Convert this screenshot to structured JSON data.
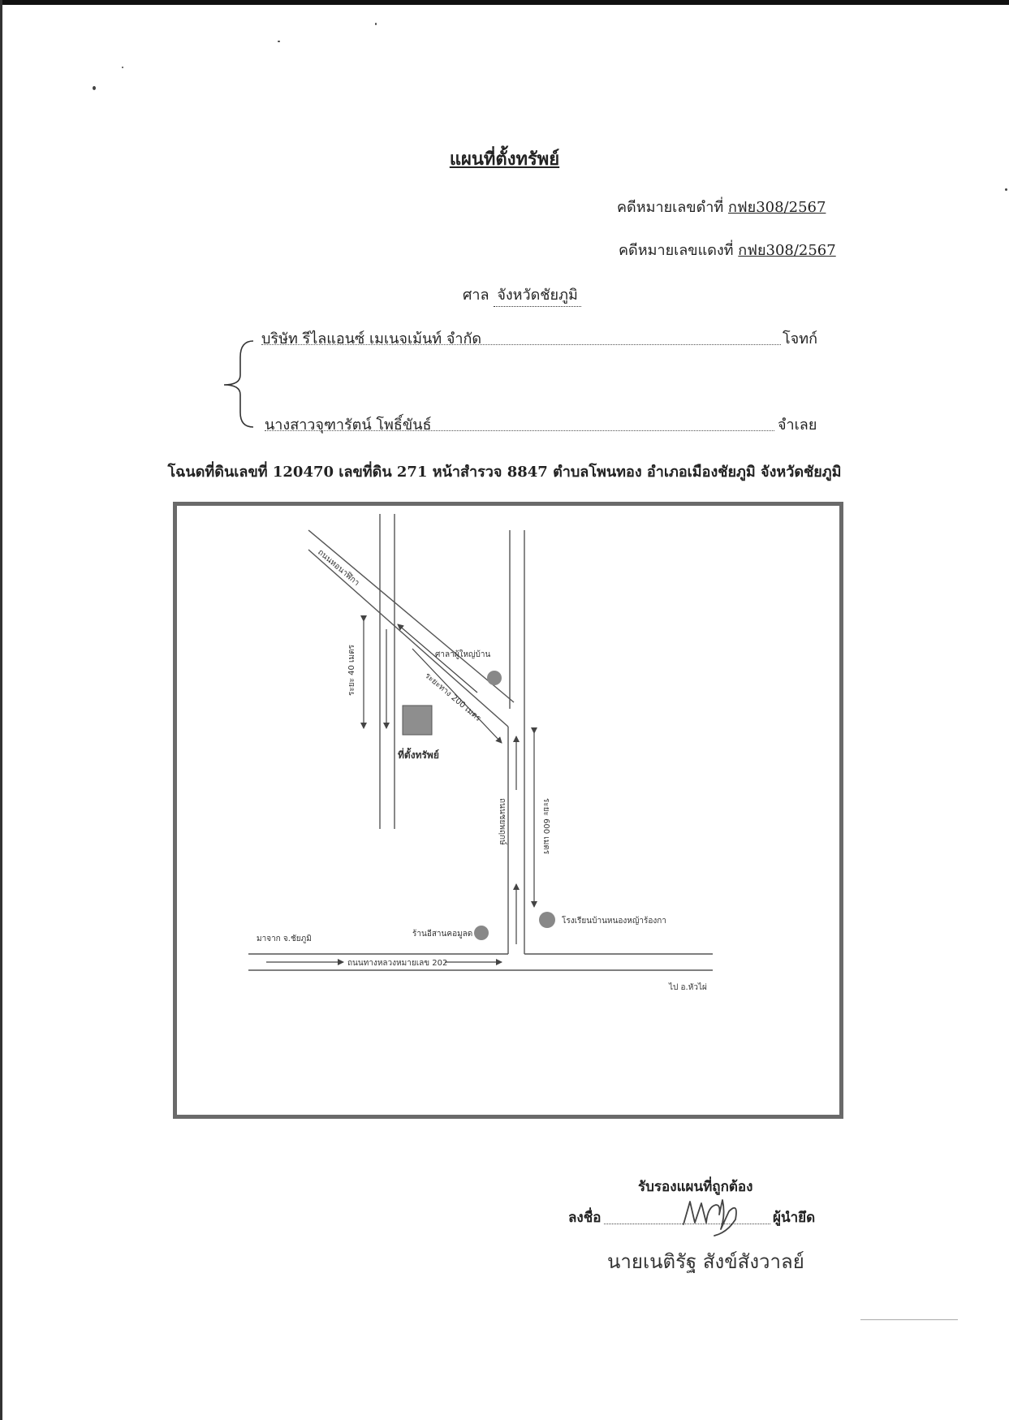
{
  "title": "แผนที่ตั้งทรัพย์",
  "case": {
    "black_label": "คดีหมายเลขดำที่",
    "black_number": "กฟย308/2567",
    "red_label": "คดีหมายเลขแดงที่",
    "red_number": "กฟย308/2567"
  },
  "court": {
    "label": "ศาล",
    "name": "จังหวัดชัยภูมิ"
  },
  "parties": {
    "plaintiff": "บริษัท รีไลแอนซ์ เมเนจเม้นท์ จำกัด",
    "plaintiff_role": "โจทก์",
    "defendant": "นางสาวจุฑารัตน์ โพธิ์ขันธ์",
    "defendant_role": "จำเลย"
  },
  "deed_line": "โฉนดที่ดินเลขที่  120470  เลขที่ดิน 271 หน้าสำรวจ 8847  ตำบลโพนทอง  อำเภอเมืองชัยภูมิ จังหวัดชัยภูมิ",
  "map": {
    "road_diagonal": "ถนนหอนาฬิกา",
    "dist_left": "ระยะ 40 เมตร",
    "dist_diagonal": "ระยะทาง 200 เมตร",
    "village_hall": "ศาลาผู้ใหญ่บ้าน",
    "property": "ที่ตั้งทรัพย์",
    "road_vertical": "ถนนชยพฤกษ์",
    "dist_right": "ระยะ 600 เมตร",
    "shop": "ร้านอีสานคอมูลด",
    "school": "โรงเรียนบ้านหนองหญ้าร้องกา",
    "from": "มาจาก จ.ชัยภูมิ",
    "highway": "ถนนทางหลวงหมายเลข 202",
    "to": "ไป อ.หัวไผ่"
  },
  "certification": {
    "title": "รับรองแผนที่ถูกต้อง",
    "sign_label": "ลงชื่อ",
    "role": "ผู้นำยึด",
    "name": "นายเนติรัฐ  สังข์สังวาลย์"
  }
}
